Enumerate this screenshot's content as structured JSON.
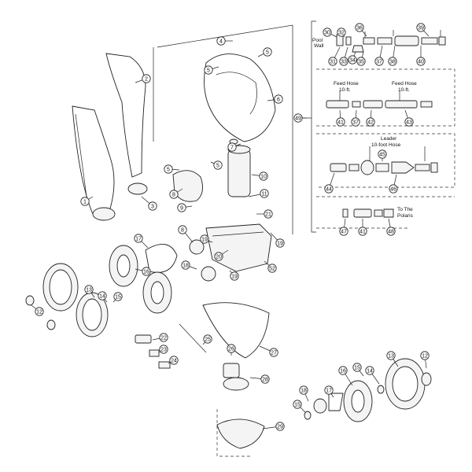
{
  "kit_labels": {
    "pool_wall": [
      "Pool",
      "Wall"
    ],
    "feed_hose_a": [
      "Feed Hose",
      "10-ft."
    ],
    "feed_hose_b": [
      "Feed Hose",
      "10-ft."
    ],
    "leader_hose": [
      "Leader",
      "10-foot Hose"
    ],
    "to_polaris": [
      "To The",
      "Polaris"
    ]
  },
  "callouts": [
    {
      "id": "c4",
      "n": "4"
    },
    {
      "id": "c5a",
      "n": "5"
    },
    {
      "id": "c5b",
      "n": "5"
    },
    {
      "id": "c2",
      "n": "2"
    },
    {
      "id": "c6",
      "n": "6"
    },
    {
      "id": "c7",
      "n": "7"
    },
    {
      "id": "c5c",
      "n": "5"
    },
    {
      "id": "c5d",
      "n": "5"
    },
    {
      "id": "c1",
      "n": "1"
    },
    {
      "id": "c3",
      "n": "3"
    },
    {
      "id": "c8a",
      "n": "8"
    },
    {
      "id": "c9",
      "n": "9"
    },
    {
      "id": "c10",
      "n": "10"
    },
    {
      "id": "c11",
      "n": "11"
    },
    {
      "id": "c21",
      "n": "21"
    },
    {
      "id": "c19a",
      "n": "19"
    },
    {
      "id": "c17a",
      "n": "17"
    },
    {
      "id": "c8b",
      "n": "8"
    },
    {
      "id": "c19b",
      "n": "19"
    },
    {
      "id": "c20",
      "n": "20"
    },
    {
      "id": "c16a",
      "n": "16"
    },
    {
      "id": "c18a",
      "n": "18"
    },
    {
      "id": "c19c",
      "n": "19"
    },
    {
      "id": "c52",
      "n": "52"
    },
    {
      "id": "c13a",
      "n": "13"
    },
    {
      "id": "c14a",
      "n": "14"
    },
    {
      "id": "c15a",
      "n": "15"
    },
    {
      "id": "c12a",
      "n": "12"
    },
    {
      "id": "c22",
      "n": "22"
    },
    {
      "id": "c23",
      "n": "23"
    },
    {
      "id": "c24",
      "n": "24"
    },
    {
      "id": "c25",
      "n": "25"
    },
    {
      "id": "c26",
      "n": "26"
    },
    {
      "id": "c27",
      "n": "27"
    },
    {
      "id": "c28",
      "n": "28"
    },
    {
      "id": "c29",
      "n": "29"
    },
    {
      "id": "c18b",
      "n": "18"
    },
    {
      "id": "c15b",
      "n": "15"
    },
    {
      "id": "c17b",
      "n": "17"
    },
    {
      "id": "c16b",
      "n": "16"
    },
    {
      "id": "c15c",
      "n": "15"
    },
    {
      "id": "c14b",
      "n": "14"
    },
    {
      "id": "c13b",
      "n": "13"
    },
    {
      "id": "c12b",
      "n": "12"
    },
    {
      "id": "c30",
      "n": "30"
    },
    {
      "id": "c32",
      "n": "32"
    },
    {
      "id": "c36a",
      "n": "36"
    },
    {
      "id": "c39",
      "n": "39"
    },
    {
      "id": "c31",
      "n": "31"
    },
    {
      "id": "c33",
      "n": "33"
    },
    {
      "id": "c34",
      "n": "34"
    },
    {
      "id": "c35",
      "n": "35"
    },
    {
      "id": "c37",
      "n": "37"
    },
    {
      "id": "c38",
      "n": "38"
    },
    {
      "id": "c40",
      "n": "40"
    },
    {
      "id": "c49",
      "n": "49"
    },
    {
      "id": "c41a",
      "n": "41"
    },
    {
      "id": "c37b",
      "n": "37"
    },
    {
      "id": "c42",
      "n": "42"
    },
    {
      "id": "c43",
      "n": "43"
    },
    {
      "id": "c45",
      "n": "45"
    },
    {
      "id": "c44",
      "n": "44"
    },
    {
      "id": "c46",
      "n": "46"
    },
    {
      "id": "c47",
      "n": "47"
    },
    {
      "id": "c41b",
      "n": "41"
    },
    {
      "id": "c48",
      "n": "48"
    }
  ]
}
